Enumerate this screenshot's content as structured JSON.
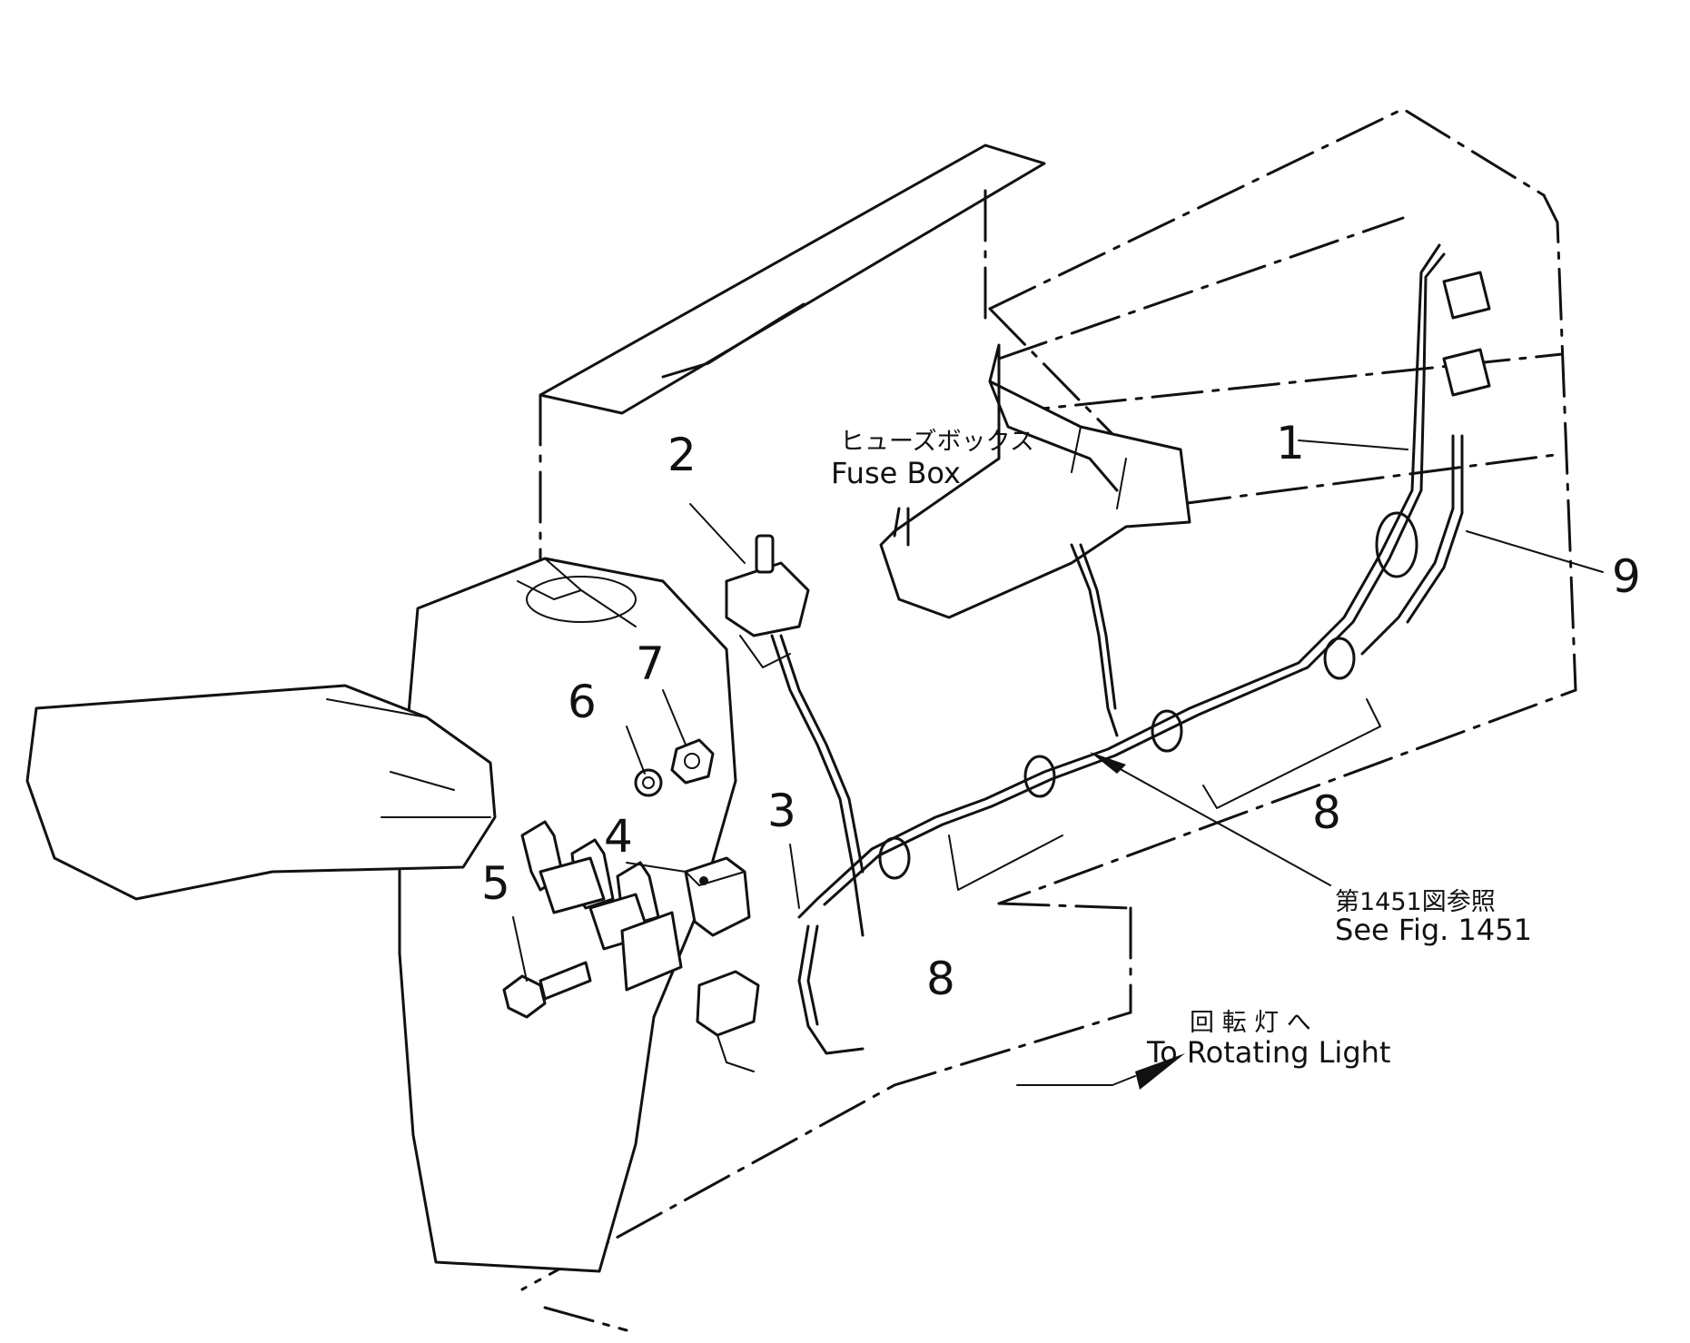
{
  "callouts": {
    "c1": "1",
    "c2": "2",
    "c3": "3",
    "c4": "4",
    "c5": "5",
    "c6": "6",
    "c7": "7",
    "c8a": "8",
    "c8b": "8",
    "c9": "9"
  },
  "labels": {
    "fuse_box_jp": "ヒューズボックス",
    "fuse_box_en": "Fuse Box",
    "see_fig_jp": "第1451図参照",
    "see_fig_en": "See Fig. 1451",
    "rotating_light_jp": "回 転 灯 へ",
    "rotating_light_en": "To Rotating Light"
  }
}
